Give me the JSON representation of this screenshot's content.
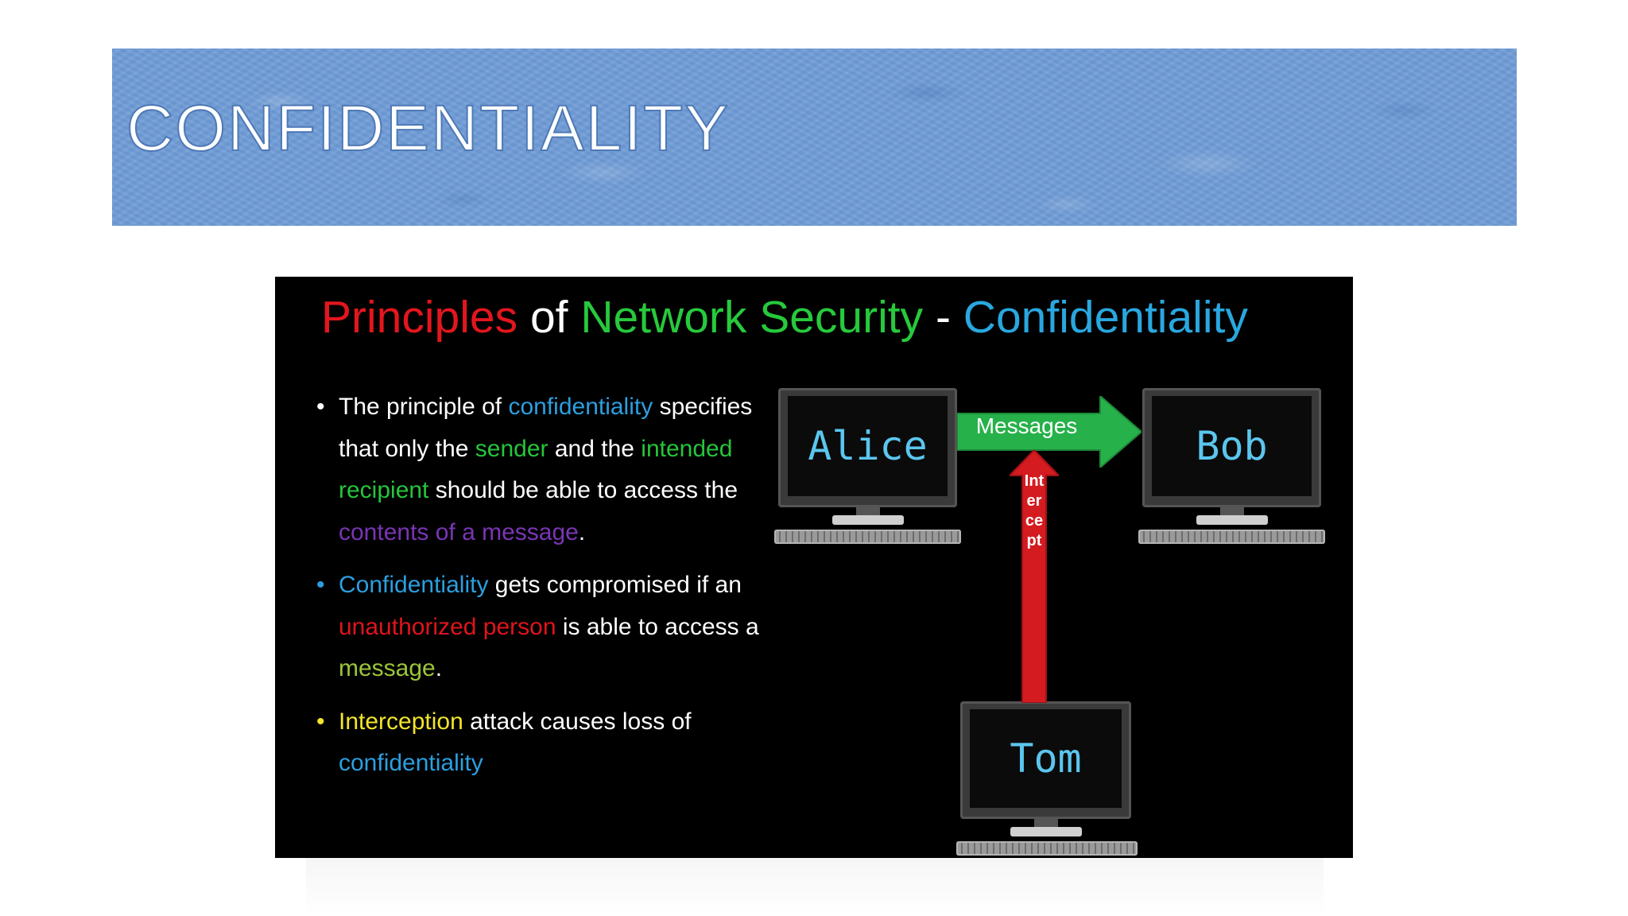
{
  "slide": {
    "title": "CONFIDENTIALITY"
  },
  "figure": {
    "heading": {
      "w1": "Principles",
      "w2": "of",
      "w3": "Network Security",
      "w4": "-",
      "w5": "Confidentiality"
    },
    "bullets": [
      {
        "marker_color": "#ffffff",
        "segments": [
          {
            "text": "The principle of ",
            "color": "#ffffff"
          },
          {
            "text": "confidentiality",
            "color": "#2b9fe0"
          },
          {
            "text": " specifies that only the ",
            "color": "#ffffff"
          },
          {
            "text": "sender",
            "color": "#26c53a"
          },
          {
            "text": " and the ",
            "color": "#ffffff"
          },
          {
            "text": "intended recipient",
            "color": "#26c53a"
          },
          {
            "text": " should be able to access the ",
            "color": "#ffffff"
          },
          {
            "text": "contents of a message",
            "color": "#7a35b5"
          },
          {
            "text": ".",
            "color": "#ffffff"
          }
        ]
      },
      {
        "marker_color": "#2b9fe0",
        "segments": [
          {
            "text": "Confidentiality",
            "color": "#2b9fe0"
          },
          {
            "text": " gets compromised if an ",
            "color": "#ffffff"
          },
          {
            "text": "unauthorized person",
            "color": "#e0141b"
          },
          {
            "text": " is able to access a ",
            "color": "#ffffff"
          },
          {
            "text": "message",
            "color": "#9bc53a"
          },
          {
            "text": ".",
            "color": "#ffffff"
          }
        ]
      },
      {
        "marker_color": "#f2e52a",
        "segments": [
          {
            "text": "Interception",
            "color": "#f2e52a"
          },
          {
            "text": " attack causes loss of ",
            "color": "#ffffff"
          },
          {
            "text": "confidentiality",
            "color": "#2b9fe0"
          }
        ]
      }
    ],
    "computers": {
      "alice": "Alice",
      "bob": "Bob",
      "tom": "Tom"
    },
    "arrows": {
      "messages": "Messages",
      "intercept": "Intercept"
    }
  }
}
